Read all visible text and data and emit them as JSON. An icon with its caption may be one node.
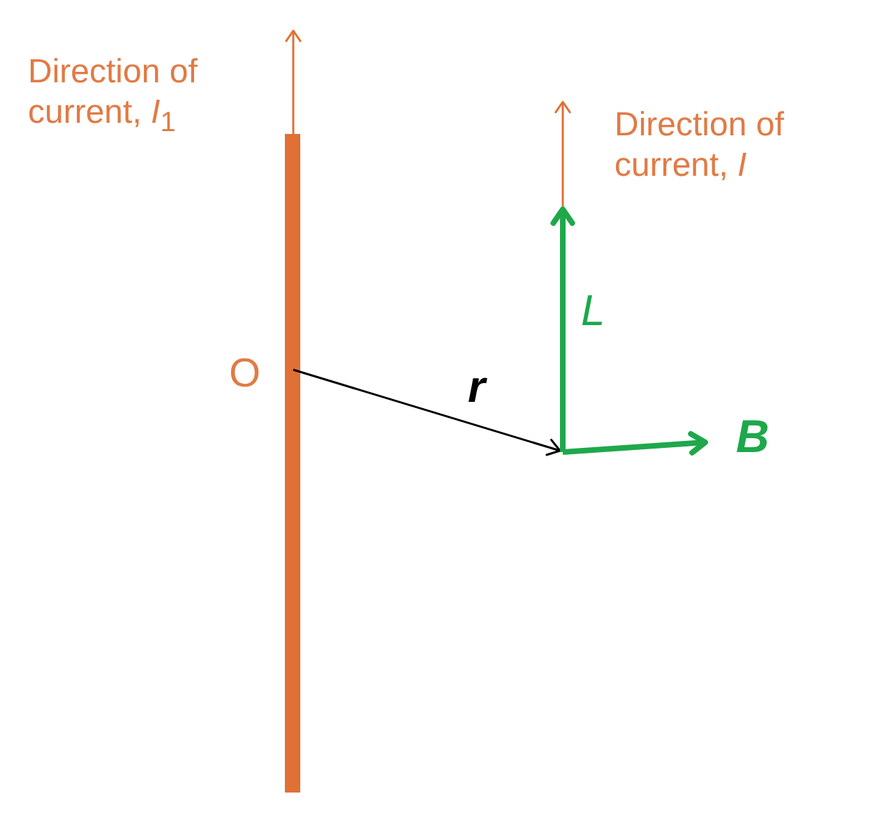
{
  "diagram": {
    "labels": [
      "Direction of current, *I*$_{1}$",
      "Direction of current, *I*",
      "O",
      "r",
      "L",
      "B"
    ]
  }
}
